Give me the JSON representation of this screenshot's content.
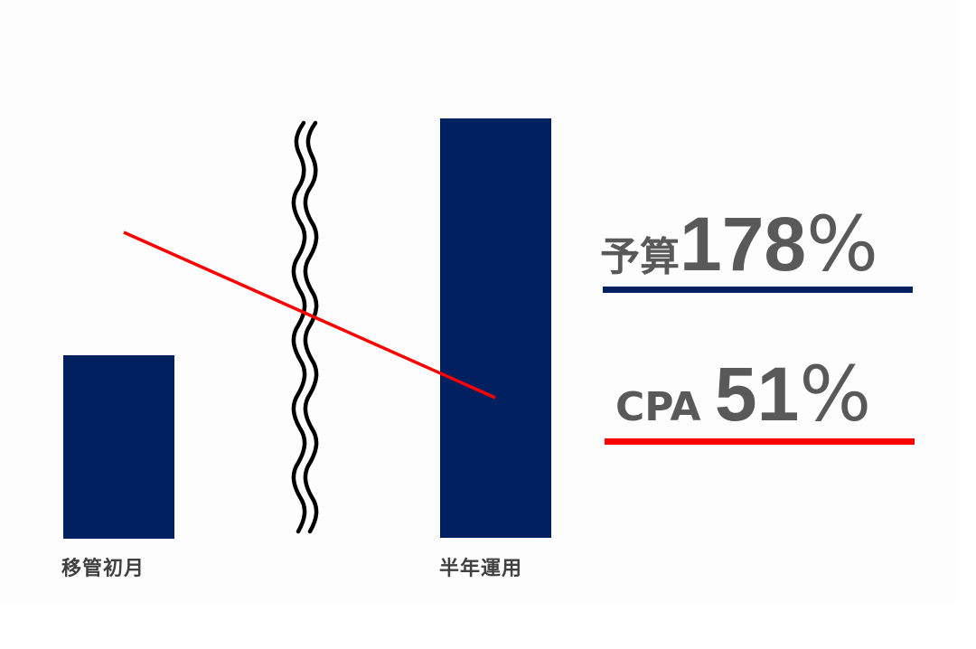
{
  "chart_data": {
    "type": "bar",
    "title": "",
    "categories": [
      "移管初月",
      "半年運用"
    ],
    "series": [
      {
        "name": "予算",
        "type": "bar",
        "values": [
          100,
          278
        ],
        "color": "#002060"
      },
      {
        "name": "CPA",
        "type": "line",
        "values": [
          100,
          51
        ],
        "color": "#FF0000"
      }
    ],
    "axis_break": {
      "between": [
        "移管初月",
        "半年運用"
      ],
      "style": "double-wavy"
    },
    "annotations": [
      {
        "label": "予算",
        "value": "178%",
        "underline_color": "#002060"
      },
      {
        "label": "CPA",
        "value": "51%",
        "underline_color": "#FF0000"
      }
    ],
    "xlabel": "",
    "ylabel": "",
    "grid": false,
    "legend": "none"
  },
  "colors": {
    "bar": "#002060",
    "cpa_line": "#FF0000",
    "text": "#595959",
    "label_text": "#404040",
    "break_mark": "#000000"
  },
  "labels": {
    "left_bar": "移管初月",
    "right_bar": "半年運用"
  },
  "metrics": {
    "budget": {
      "prefix": "予算",
      "number": "178",
      "percent": "%"
    },
    "cpa": {
      "prefix": "CPA ",
      "number": "51",
      "percent": "%"
    }
  }
}
